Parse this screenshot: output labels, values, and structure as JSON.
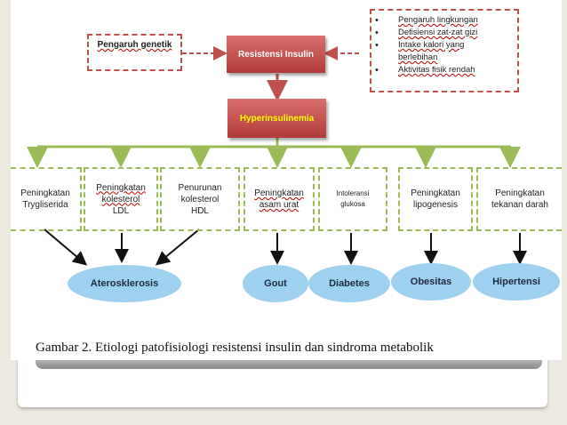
{
  "diagram": {
    "genetic": "Pengaruh genetik",
    "insulin_resistance": "Resistensi Insulin",
    "hyperinsulinemia": "Hyperinsulinemia",
    "factors": [
      {
        "text": "Pengaruh lingkungan"
      },
      {
        "text": "Defisiensi zat-zat gizi"
      },
      {
        "text": "Intake kalori yang"
      },
      {
        "text": "berlebihan"
      },
      {
        "text": "Aktivitas fisik rendah"
      }
    ],
    "effects": [
      {
        "line1": "Peningkatan",
        "line2": "Trygliserida",
        "line3": ""
      },
      {
        "line1": "Peningkatan",
        "line2": "kolesterol",
        "line3": "LDL"
      },
      {
        "line1": "Penurunan",
        "line2": "kolesterol",
        "line3": "HDL"
      },
      {
        "line1": "Peningkatan",
        "line2": "asam urat",
        "line3": ""
      },
      {
        "line1": "Intoleransi",
        "line2": "glukosa",
        "line3": ""
      },
      {
        "line1": "Peningkatan",
        "line2": "lipogenesis",
        "line3": ""
      },
      {
        "line1": "Peningkatan",
        "line2": "tekanan darah",
        "line3": ""
      }
    ],
    "outcomes": [
      {
        "label": "Aterosklerosis"
      },
      {
        "label": "Gout"
      },
      {
        "label": "Diabetes"
      },
      {
        "label": "Obesitas"
      },
      {
        "label": "Hipertensi"
      }
    ],
    "caption": "Gambar 2.  Etiologi patofisiologi resistensi insulin dan sindroma metabolik",
    "colors": {
      "red": "#c0504d",
      "green": "#9bbb59",
      "ellipse": "#9ed0ef"
    }
  }
}
